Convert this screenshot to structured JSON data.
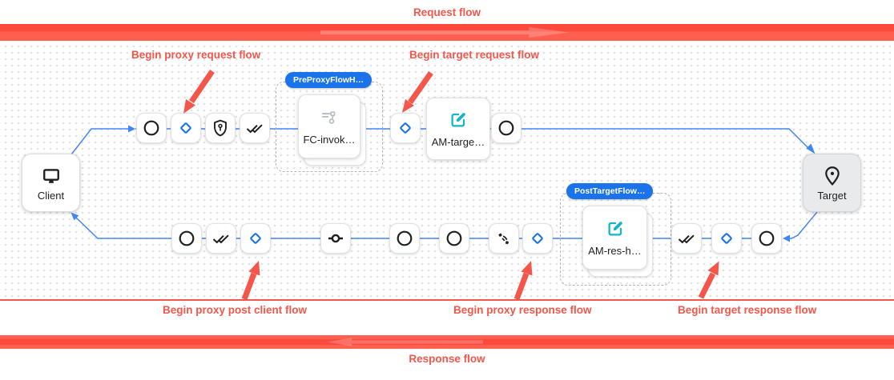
{
  "header": {
    "request_flow_label": "Request flow"
  },
  "footer": {
    "response_flow_label": "Response flow"
  },
  "annotations": {
    "proxy_request": {
      "label": "Begin proxy request flow"
    },
    "target_request": {
      "label": "Begin target request flow"
    },
    "post_client": {
      "label": "Begin proxy post client flow"
    },
    "proxy_response": {
      "label": "Begin proxy response flow"
    },
    "target_response": {
      "label": "Begin target response flow"
    }
  },
  "canvas": {
    "client": {
      "label": "Client",
      "icon": "monitor-icon"
    },
    "target": {
      "label": "Target",
      "icon": "place-pin-icon"
    },
    "pre_proxy_group": {
      "badge": "PreProxyFlowH…",
      "policy_label": "FC-invok…",
      "policy_icon": "flow-callout-icon"
    },
    "am_target": {
      "label": "AM-targe…",
      "icon": "edit-square-icon"
    },
    "post_target_group": {
      "badge": "PostTargetFlow…",
      "policy_label": "AM-res-h…",
      "policy_icon": "edit-square-icon"
    },
    "request_steps_proxy": [
      "circle",
      "diamond",
      "shield-key",
      "double-check"
    ],
    "request_steps_target": [
      "diamond",
      "assign-message-card",
      "circle"
    ],
    "response_steps_target": [
      "circle",
      "diamond",
      "double-check"
    ],
    "response_steps_proxy": [
      "diamond",
      "signal",
      "circle",
      "circle",
      "commit",
      "diamond",
      "double-check",
      "circle"
    ]
  },
  "colors": {
    "annotation_red": "#f4564a",
    "bar_red": "#fb4a3b",
    "flow_line_blue": "#4285f4",
    "badge_blue": "#1a73e8",
    "policy_teal": "#12b5cb"
  }
}
